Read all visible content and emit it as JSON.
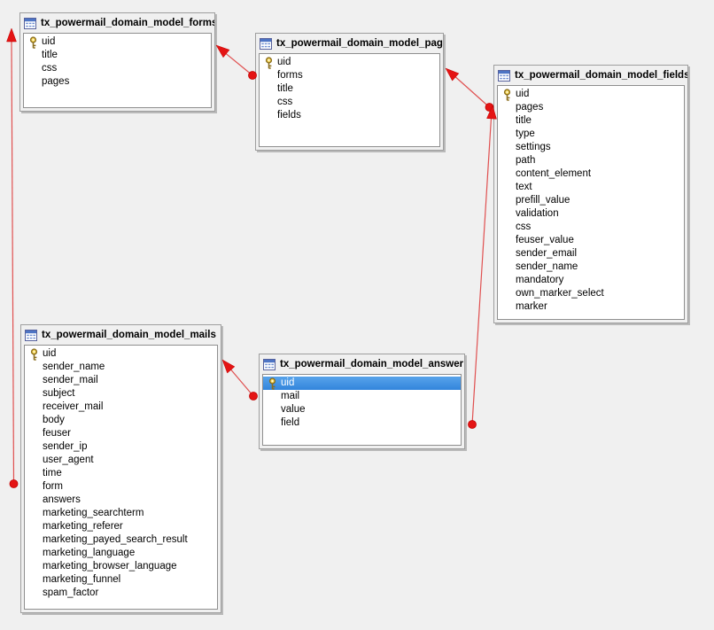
{
  "app": {
    "view": "database-er-diagram",
    "background_color": "#f0f0f0",
    "selection_color": "#3285dc",
    "connector_color": "#e41414"
  },
  "tables": [
    {
      "title": "tx_powermail_domain_model_forms",
      "key_field": "uid",
      "fields": [
        "uid",
        "title",
        "css",
        "pages"
      ]
    },
    {
      "title": "tx_powermail_domain_model_pages",
      "key_field": "uid",
      "fields": [
        "uid",
        "forms",
        "title",
        "css",
        "fields"
      ]
    },
    {
      "title": "tx_powermail_domain_model_fields",
      "key_field": "uid",
      "fields": [
        "uid",
        "pages",
        "title",
        "type",
        "settings",
        "path",
        "content_element",
        "text",
        "prefill_value",
        "validation",
        "css",
        "feuser_value",
        "sender_email",
        "sender_name",
        "mandatory",
        "own_marker_select",
        "marker"
      ]
    },
    {
      "title": "tx_powermail_domain_model_mails",
      "key_field": "uid",
      "fields": [
        "uid",
        "sender_name",
        "sender_mail",
        "subject",
        "receiver_mail",
        "body",
        "feuser",
        "sender_ip",
        "user_agent",
        "time",
        "form",
        "answers",
        "marketing_searchterm",
        "marketing_referer",
        "marketing_payed_search_result",
        "marketing_language",
        "marketing_browser_language",
        "marketing_funnel",
        "spam_factor"
      ]
    },
    {
      "title": "tx_powermail_domain_model_answer",
      "key_field": "uid",
      "selected_field": "uid",
      "fields": [
        "uid",
        "mail",
        "value",
        "field"
      ]
    }
  ],
  "relationships": [
    {
      "from": "tx_powermail_domain_model_mails.form",
      "to": "tx_powermail_domain_model_forms"
    },
    {
      "from": "tx_powermail_domain_model_pages.forms",
      "to": "tx_powermail_domain_model_forms"
    },
    {
      "from": "tx_powermail_domain_model_fields.pages",
      "to": "tx_powermail_domain_model_pages"
    },
    {
      "from": "tx_powermail_domain_model_answer.mail",
      "to": "tx_powermail_domain_model_mails"
    },
    {
      "from": "tx_powermail_domain_model_answer.field",
      "to": "tx_powermail_domain_model_fields"
    }
  ]
}
